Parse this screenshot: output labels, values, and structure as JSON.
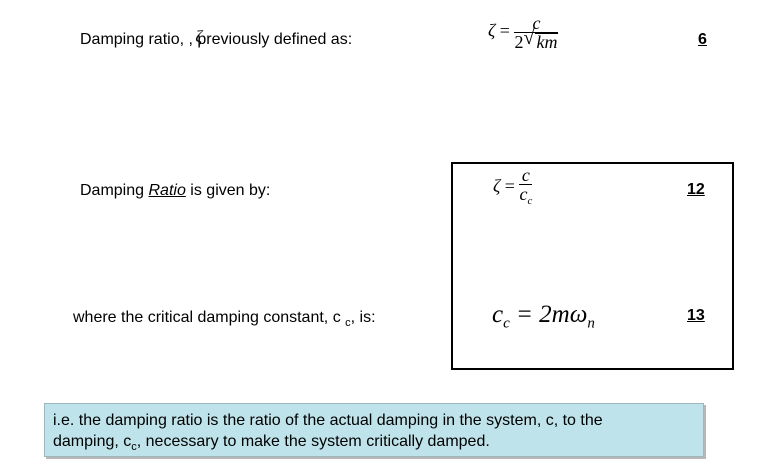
{
  "line1": {
    "text": "Damping ratio, , ",
    "glyph": "ζ",
    "text2": "previously defined as:",
    "eq_lhs": "ζ",
    "eq_equals": "=",
    "eq_num": "c",
    "eq_den_coeff": "2",
    "eq_radical": "√",
    "eq_radicand": "km",
    "number": "6"
  },
  "line2": {
    "text_before": "Damping ",
    "text_emph": "Ratio",
    "text_after": " is given by:",
    "eq_lhs": "ζ",
    "eq_equals": "=",
    "eq_num": "c",
    "eq_den": "c",
    "eq_den_sub": "c",
    "number": "12"
  },
  "line3": {
    "text_before": "where the critical damping constant, c ",
    "text_sub": "c",
    "text_after": ", is:",
    "eq_lhs": "c",
    "eq_lhs_sub": "c",
    "eq_rhs_pre": " = 2mω",
    "eq_rhs_sub": "n",
    "number": "13"
  },
  "note": {
    "line1": "i.e. the damping ratio is the ratio of the actual damping in the system, c, to the",
    "line2_before": "damping, c",
    "line2_sub": "c",
    "line2_after": ", necessary to make the system critically damped."
  }
}
